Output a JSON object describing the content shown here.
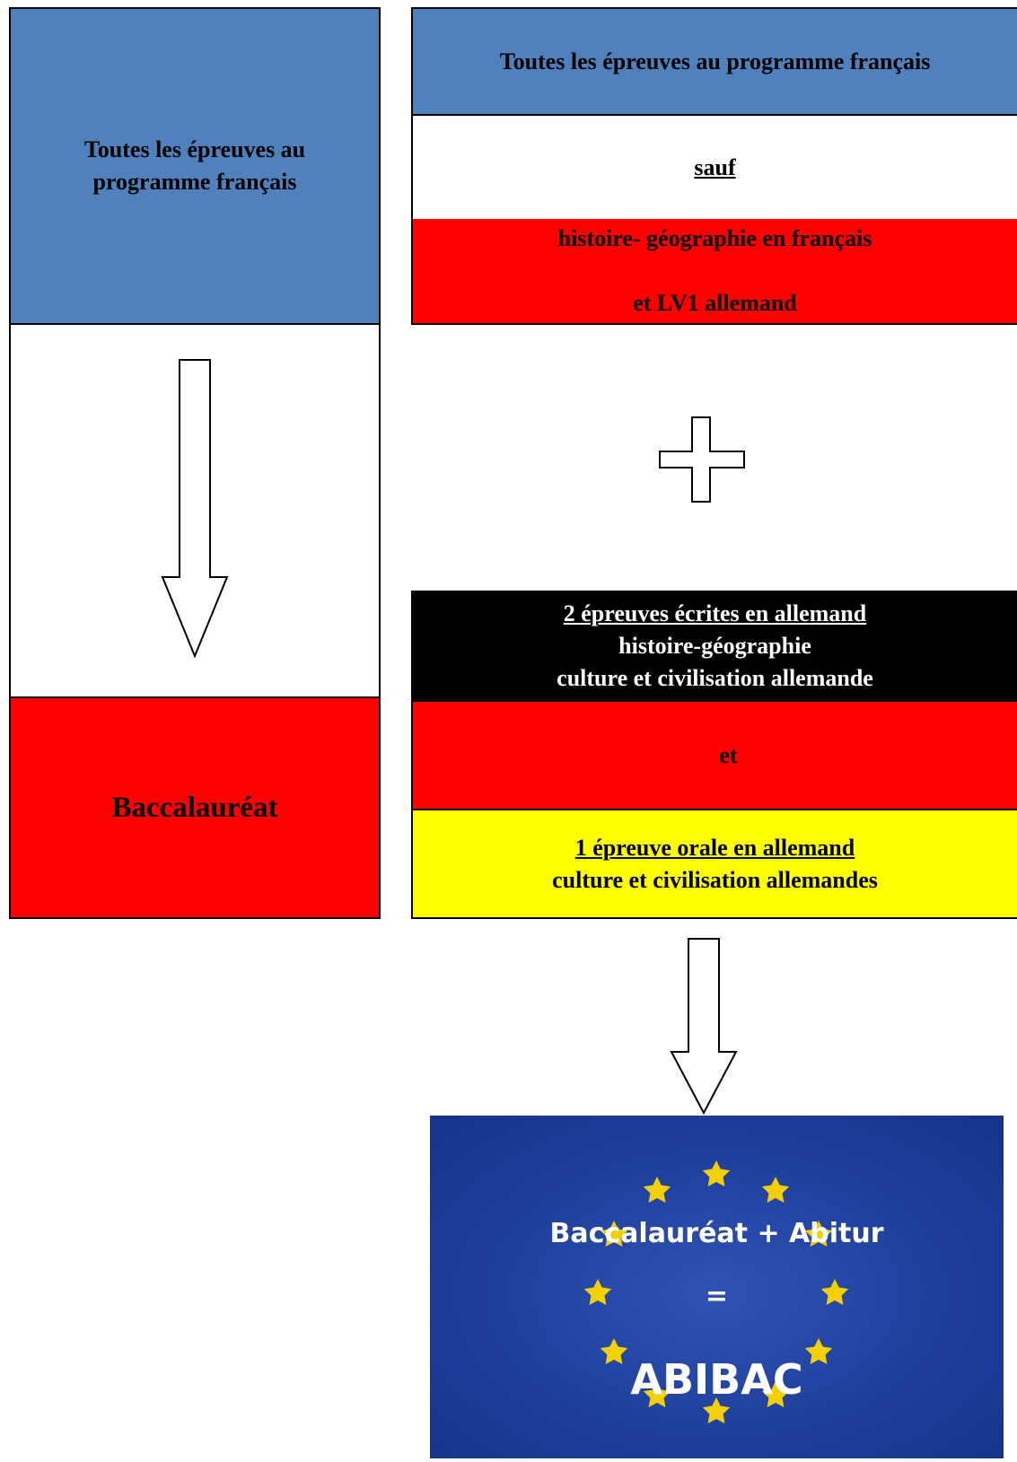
{
  "left": {
    "heading": "Toutes les épreuves au programme français",
    "result": "Baccalauréat"
  },
  "right": {
    "heading": "Toutes les épreuves au programme français",
    "except": "sauf",
    "except_items": [
      "histoire- géographie en français",
      "et LV1 allemand"
    ],
    "written": {
      "title": "2 épreuves écrites en allemand",
      "items": [
        "histoire-géographie",
        "culture et civilisation allemande"
      ]
    },
    "and": "et",
    "oral": {
      "title": "1 épreuve orale en allemand",
      "items": [
        "culture et civilisation allemandes"
      ]
    }
  },
  "result_panel": {
    "line1": "Baccalauréat + Abitur",
    "line2": "=",
    "line3": "ABIBAC"
  },
  "colors": {
    "blue": "#4f81bd",
    "red": "#ff0000",
    "black": "#000000",
    "yellow": "#ffff00",
    "eu_blue": "#1f3f9c",
    "star": "#f5d000"
  },
  "icons": [
    "arrow-down-icon",
    "plus-icon",
    "eu-star-icon"
  ]
}
